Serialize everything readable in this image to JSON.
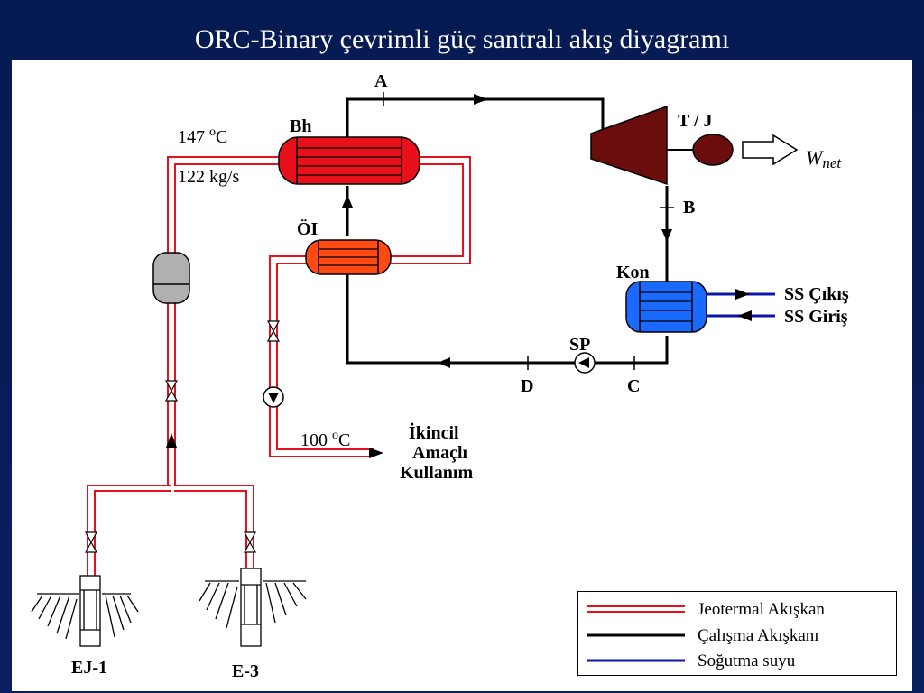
{
  "title": "ORC-Binary çevrimli güç santralı akış diyagramı",
  "labels": {
    "point_a": "A",
    "point_b": "B",
    "point_c": "C",
    "point_d": "D",
    "turbine": "T / J",
    "heater": "Bh",
    "preheater": "ÖI",
    "condenser": "Kon",
    "pump": "SP",
    "temp_in": "147",
    "temp_in_unit": "C",
    "temp_out": "100",
    "temp_out_unit": "C",
    "deg": "o",
    "flow_rate": "122  kg/s",
    "w_net_main": "W",
    "w_net_sub": "net",
    "cw_out": "SS Çıkış",
    "cw_in": "SS Giriş",
    "secondary_use": [
      "İkincil",
      "Amaçlı",
      "Kullanım"
    ],
    "well_1": "EJ-1",
    "well_2": "E-3"
  },
  "legend": [
    {
      "label": "Jeotermal Akışkan",
      "color": "#e8101a",
      "style": "double"
    },
    {
      "label": "Çalışma Akışkanı",
      "color": "#000000",
      "style": "single"
    },
    {
      "label": "Soğutma suyu",
      "color": "#0a14a8",
      "style": "single"
    }
  ],
  "colors": {
    "geothermal": "#e8101a",
    "working": "#000000",
    "cooling": "#0a14a8",
    "turbine": "#6b0d0d",
    "heater": "#e8101a",
    "preheater": "#ff4a12",
    "condenser": "#1a6aff",
    "separator": "#b0b0b0"
  }
}
